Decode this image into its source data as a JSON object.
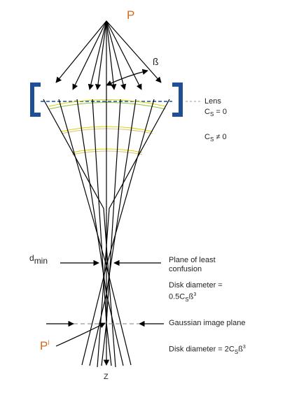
{
  "labels": {
    "point_p": "P",
    "point_p_prime": "P",
    "prime_mark": "l",
    "beta": "ß",
    "lens": "Lens",
    "cs_zero_c": "C",
    "cs_zero_s": "S",
    "cs_zero_rest": " = 0",
    "cs_nonzero_c": "C",
    "cs_nonzero_s": "S",
    "cs_nonzero_rest": " ≠ 0",
    "dmin_d": "d",
    "dmin_sub": "min",
    "plane_least_confusion_line1": "Plane of least",
    "plane_least_confusion_line2": "confusion",
    "disk_diameter_1_line1": "Disk diameter =",
    "disk_diameter_1_coeff": "0.5C",
    "disk_diameter_1_s": "S",
    "disk_diameter_1_beta": "ß",
    "disk_diameter_1_exp": "3",
    "gaussian_plane": "Gaussian image plane",
    "disk_diameter_2_pre": "Disk diameter = 2C",
    "disk_diameter_2_s": "S",
    "disk_diameter_2_beta": "ß",
    "disk_diameter_2_exp": "3",
    "axis_z": "Z"
  },
  "colors": {
    "accent_orange": "#d2691e",
    "lens_blue": "#1f4f96",
    "wavefront_yellow": "#d8d400",
    "wavefront_green": "#8fbf3f",
    "ray": "#000000",
    "dashed_gray": "#999999"
  }
}
